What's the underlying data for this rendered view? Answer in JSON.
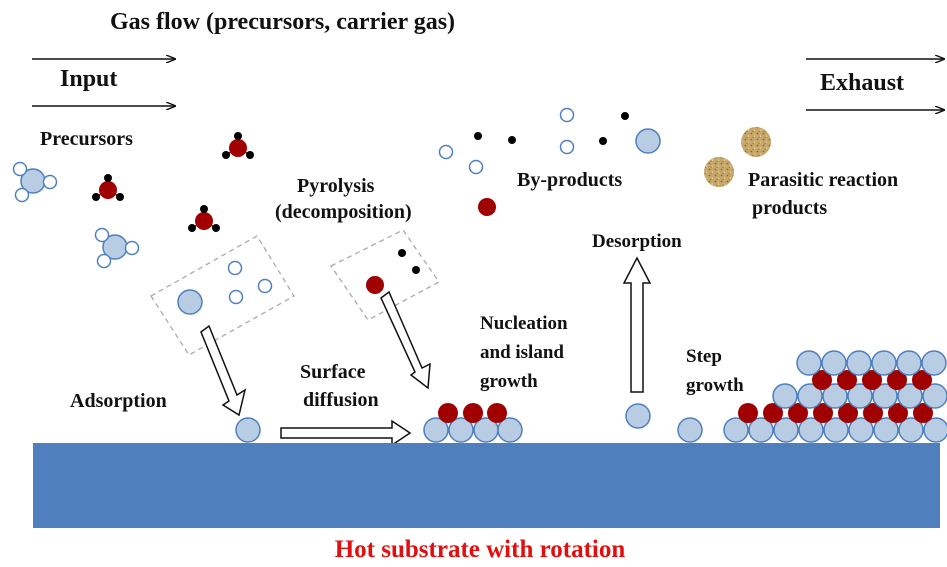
{
  "title": "Gas flow (precursors, carrier gas)",
  "input_label": "Input",
  "exhaust_label": "Exhaust",
  "labels": {
    "precursors": "Precursors",
    "pyrolysis_1": "Pyrolysis",
    "pyrolysis_2": "(decomposition)",
    "by_products": "By-products",
    "parasitic_1": "Parasitic reaction",
    "parasitic_2": "products",
    "desorption": "Desorption",
    "nucleation_1": "Nucleation",
    "nucleation_2": "and island",
    "nucleation_3": "growth",
    "adsorption": "Adsorption",
    "surface_diffusion_1": "Surface",
    "surface_diffusion_2": "diffusion",
    "step_growth_1": "Step",
    "step_growth_2": "growth"
  },
  "substrate_label": "Hot substrate with rotation",
  "colors": {
    "substrate": "#4f80bd",
    "atom_fill": "#b8cce4",
    "atom_stroke": "#4f80bd",
    "adatom_red": "#a00000",
    "parasitic": "#c8a86a",
    "substrate_label": "#e01010"
  }
}
